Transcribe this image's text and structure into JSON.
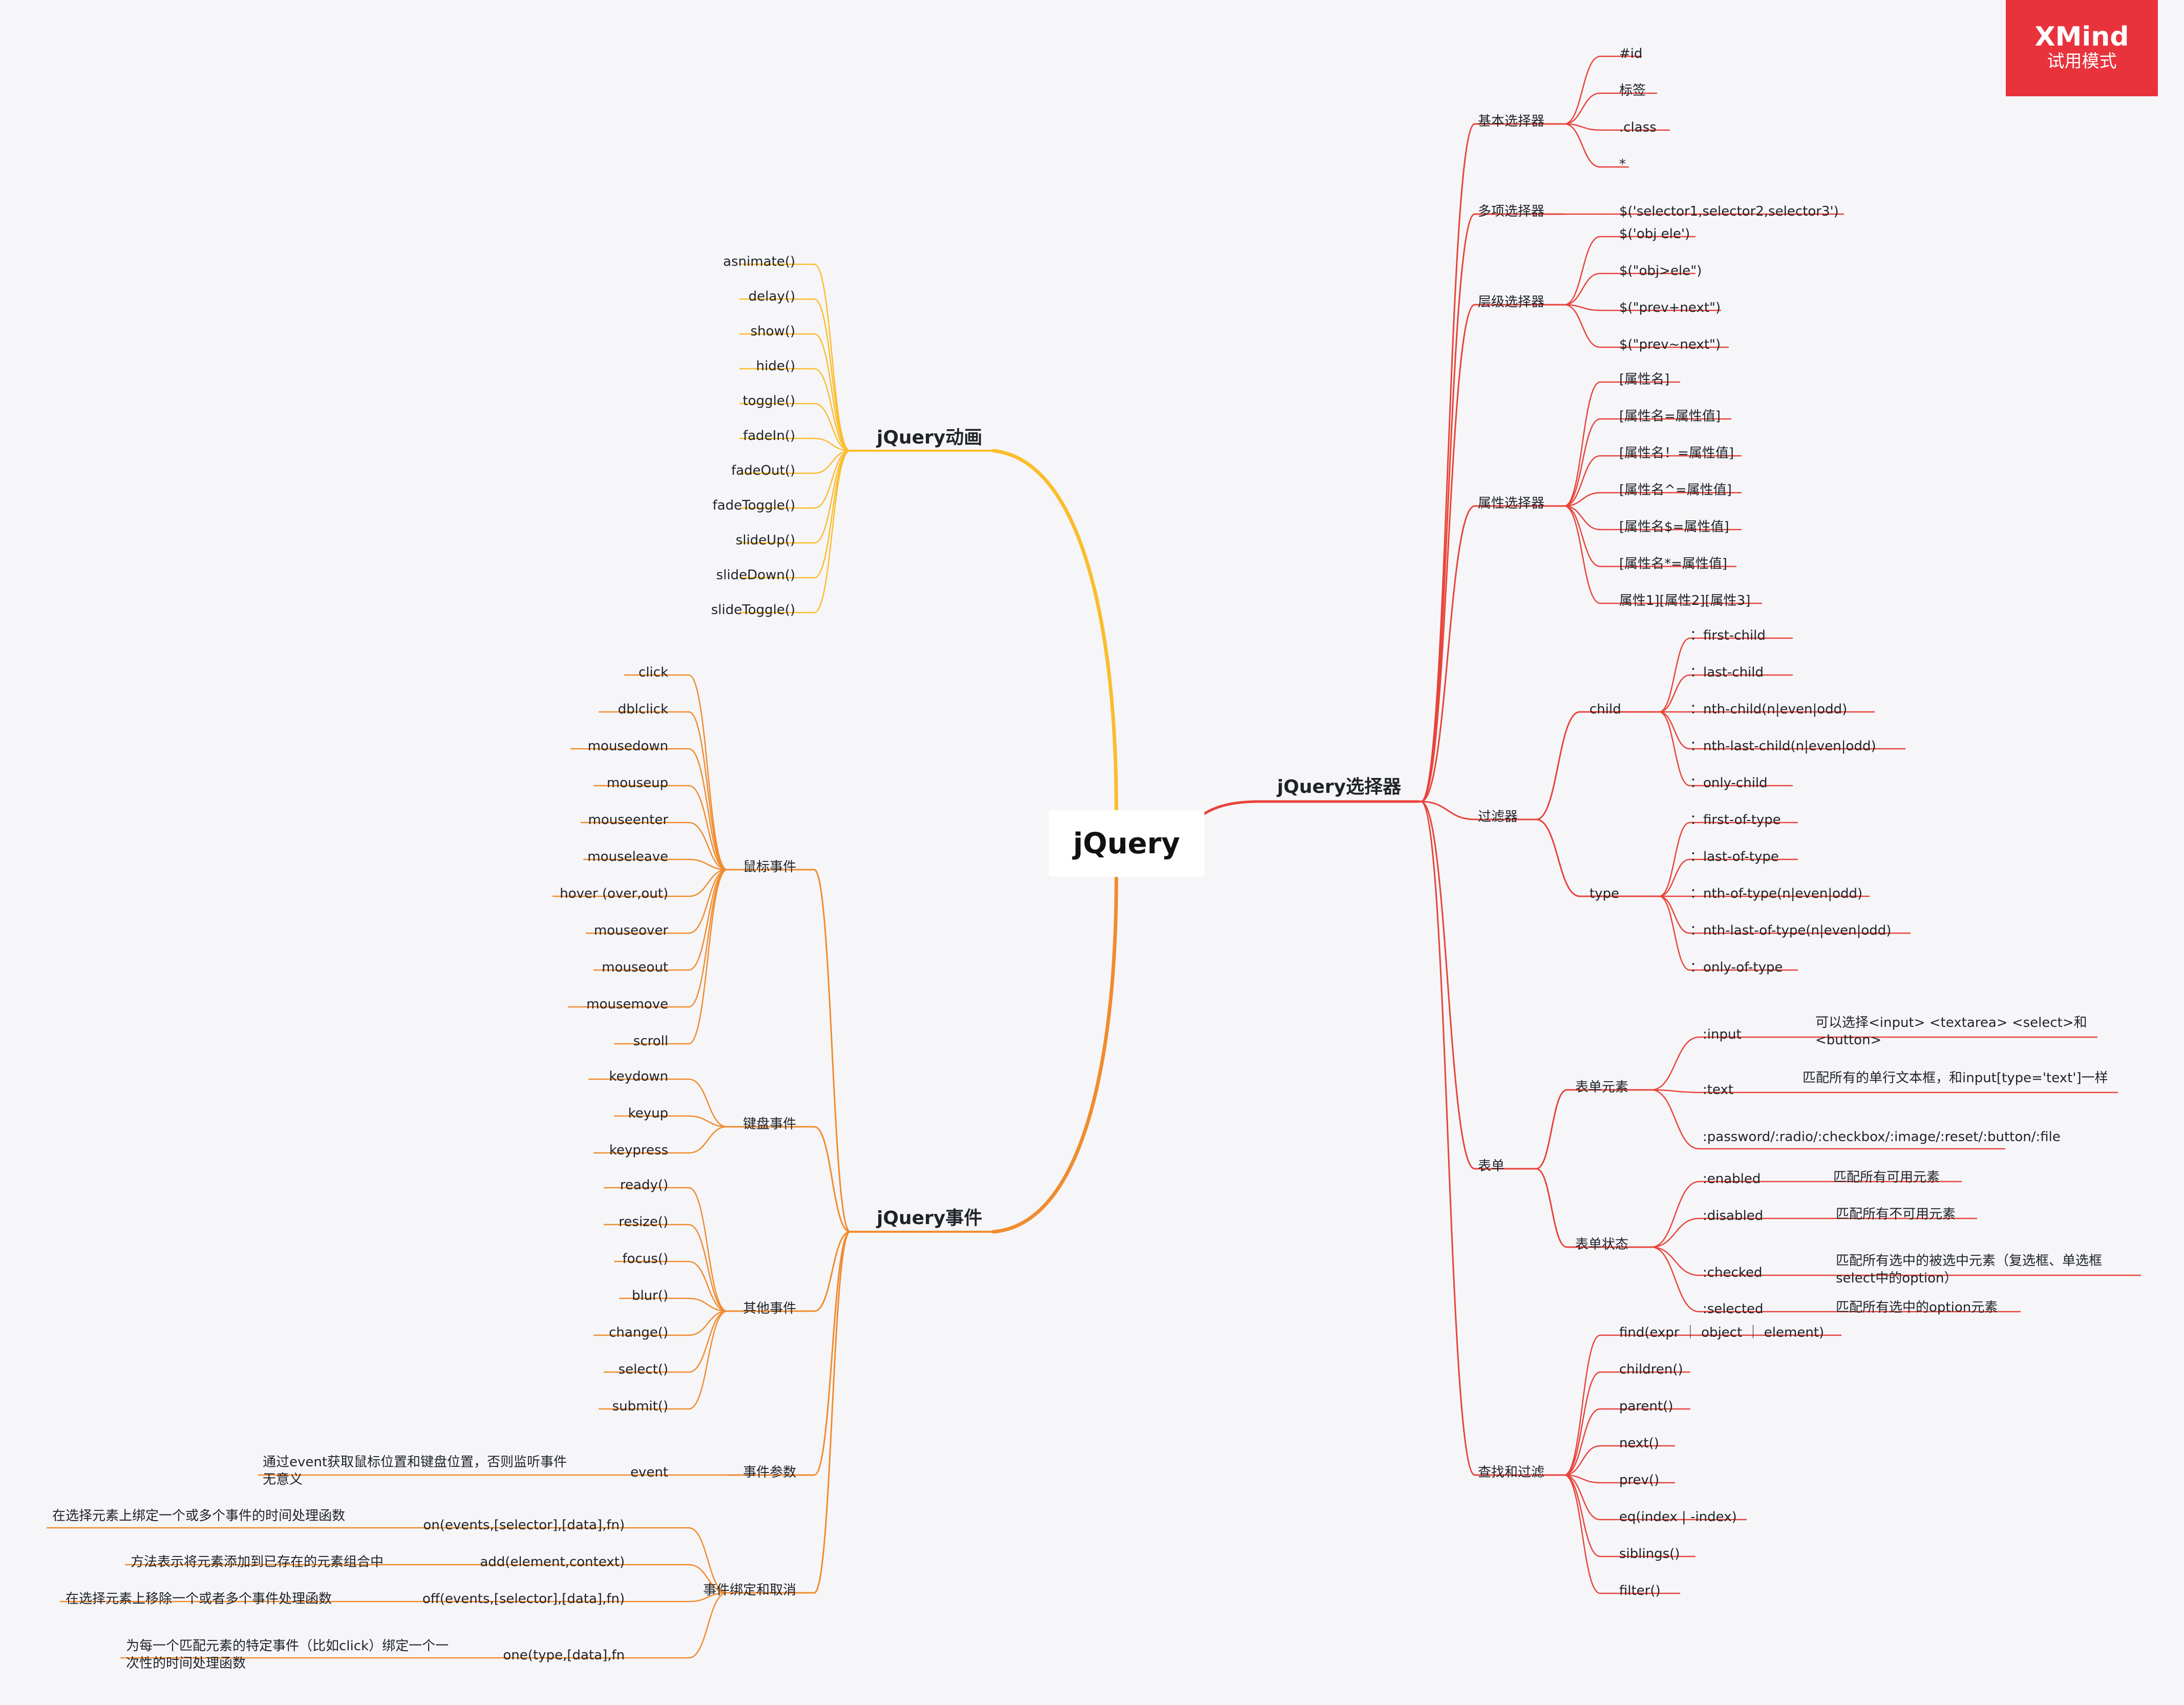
{
  "colors": {
    "selector": "#e8443a",
    "anim": "#fbbd2d",
    "events": "#f08c2e",
    "background": "#f6f6f9",
    "badge": "#e8333d"
  },
  "badge": {
    "brand": "XMind",
    "mode": "试用模式"
  },
  "root": "jQuery",
  "branches": {
    "selector": {
      "label": "jQuery选择器",
      "groups": [
        {
          "label": "基本选择器",
          "items": [
            "#id",
            "标签",
            ".class",
            "*"
          ]
        },
        {
          "label": "多项选择器",
          "items": [
            "$('selector1,selector2,selector3')"
          ]
        },
        {
          "label": "层级选择器",
          "items": [
            "$('obj ele')",
            "$(\"obj>ele\")",
            "$(\"prev+next\")",
            "$(\"prev~next\")"
          ]
        },
        {
          "label": "属性选择器",
          "items": [
            "[属性名]",
            "[属性名=属性值]",
            "[属性名！=属性值]",
            "[属性名^=属性值]",
            "[属性名$=属性值]",
            "[属性名*=属性值]",
            "属性1][属性2][属性3]"
          ]
        },
        {
          "label": "过滤器",
          "subgroups": [
            {
              "label": "child",
              "items": [
                "：first-child",
                "：last-child",
                "：nth-child(n|even|odd)",
                "：nth-last-child(n|even|odd)",
                "：only-child"
              ]
            },
            {
              "label": "type",
              "items": [
                "：first-of-type",
                "：last-of-type",
                "：nth-of-type(n|even|odd)",
                "：nth-last-of-type(n|even|odd)",
                "：only-of-type"
              ]
            }
          ]
        },
        {
          "label": "表单",
          "subgroups": [
            {
              "label": "表单元素",
              "items": [
                {
                  "name": ":input",
                  "desc": "可以选择<input>  <textarea>  <select>和<button>"
                },
                {
                  "name": ":text",
                  "desc": "匹配所有的单行文本框，和input[type='text']一样"
                },
                {
                  "name": ":password/:radio/:checkbox/:image/:reset/:button/:file",
                  "desc": ""
                }
              ]
            },
            {
              "label": "表单状态",
              "items": [
                {
                  "name": ":enabled",
                  "desc": "匹配所有可用元素"
                },
                {
                  "name": ":disabled",
                  "desc": "匹配所有不可用元素"
                },
                {
                  "name": ":checked",
                  "desc": "匹配所有选中的被选中元素（复选框、单选框select中的option）"
                },
                {
                  "name": ":selected",
                  "desc": "匹配所有选中的option元素"
                }
              ]
            }
          ]
        },
        {
          "label": "查找和过滤",
          "items": [
            "find(expr ｜ object ｜ element)",
            "children()",
            "parent()",
            "next()",
            "prev()",
            "eq(index | -index)",
            "siblings()",
            "filter()"
          ]
        }
      ]
    },
    "anim": {
      "label": "jQuery动画",
      "items": [
        "asnimate()",
        "delay()",
        "show()",
        "hide()",
        "toggle()",
        "fadeIn()",
        "fadeOut()",
        "fadeToggle()",
        "slideUp()",
        "slideDown()",
        "slideToggle()"
      ]
    },
    "events": {
      "label": "jQuery事件",
      "groups": [
        {
          "label": "鼠标事件",
          "items": [
            "click",
            "dblclick",
            "mousedown",
            "mouseup",
            "mouseenter",
            "mouseleave",
            "hover (over,out)",
            "mouseover",
            "mouseout",
            "mousemove",
            "scroll"
          ]
        },
        {
          "label": "键盘事件",
          "items": [
            "keydown",
            "keyup",
            "keypress"
          ]
        },
        {
          "label": "其他事件",
          "items": [
            "ready()",
            "resize()",
            "focus()",
            "blur()",
            "change()",
            "select()",
            "submit()"
          ]
        },
        {
          "label": "事件参数",
          "items": [
            {
              "name": "event",
              "desc": "通过event获取鼠标位置和键盘位置，否则监听事件无意义"
            }
          ]
        },
        {
          "label": "事件绑定和取消",
          "items": [
            {
              "name": "on(events,[selector],[data],fn)",
              "desc": "在选择元素上绑定一个或多个事件的时间处理函数"
            },
            {
              "name": "add(element,context)",
              "desc": "方法表示将元素添加到已存在的元素组合中"
            },
            {
              "name": "off(events,[selector],[data],fn)",
              "desc": "在选择元素上移除一个或者多个事件处理函数"
            },
            {
              "name": "one(type,[data],fn",
              "desc": "为每一个匹配元素的特定事件（比如click）绑定一个一次性的时间处理函数"
            }
          ]
        }
      ]
    }
  }
}
